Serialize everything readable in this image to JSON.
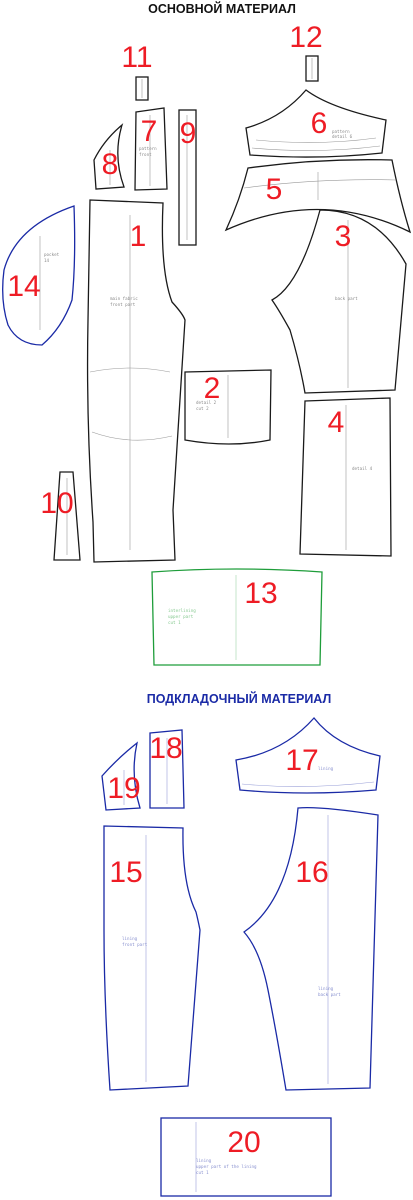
{
  "headings": {
    "main_material": "ОСНОВНОЙ  МАТЕРИАЛ",
    "lining_material": "ПОДКЛАДОЧНЫЙ  МАТЕРИАЛ"
  },
  "colors": {
    "header_main": "#111111",
    "header_lining": "#1a2aa6",
    "number_red": "#ee1c25",
    "outline_main": "#1a1a1a",
    "outline_interlining": "#1e9d3a",
    "outline_lining": "#1a2aa6"
  },
  "pieces": {
    "p1": "1",
    "p2": "2",
    "p3": "3",
    "p4": "4",
    "p5": "5",
    "p6": "6",
    "p7": "7",
    "p8": "8",
    "p9": "9",
    "p10": "10",
    "p11": "11",
    "p12": "12",
    "p13": "13",
    "p14": "14",
    "p15": "15",
    "p16": "16",
    "p17": "17",
    "p18": "18",
    "p19": "19",
    "p20": "20"
  }
}
